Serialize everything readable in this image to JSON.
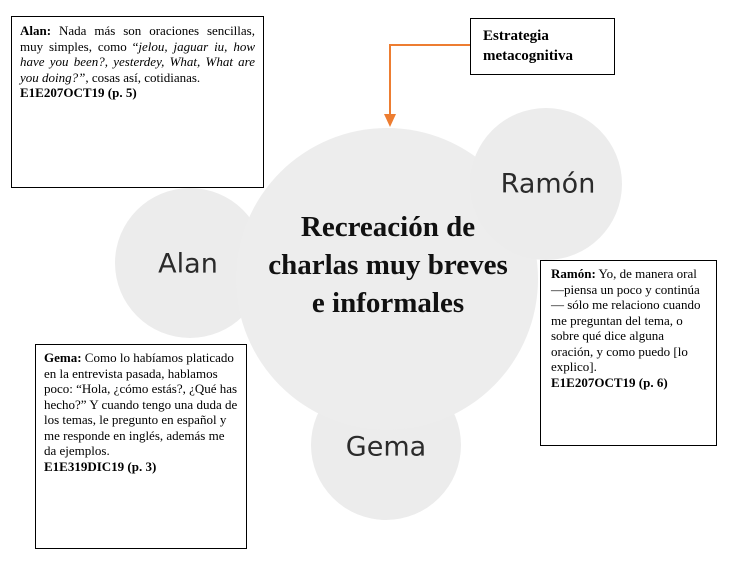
{
  "central": {
    "title": "Recreación de charlas muy breves e informales"
  },
  "circles": {
    "alan": "Alan",
    "ramon": "Ramón",
    "gema": "Gema"
  },
  "strategy": {
    "label": "Estrategia metacognitiva"
  },
  "quotes": {
    "alan": {
      "speaker": "Alan:",
      "text_a": " Nada más son oraciones sencillas, muy simples, como “",
      "text_italic": "jelou, jaguar iu, how have you been?, yesterdey, What, What are you doing?”",
      "text_b": ", cosas así, cotidianas.",
      "ref": "E1E207OCT19 (p. 5)"
    },
    "ramon": {
      "speaker": "Ramón:",
      "text": " Yo, de manera oral —piensa un poco y continúa— sólo me relaciono cuando me preguntan del tema, o sobre qué dice alguna oración, y como puedo [lo explico].",
      "ref": "E1E207OCT19 (p. 6)"
    },
    "gema": {
      "speaker": "Gema:",
      "text": " Como lo habíamos platicado en la entrevista pasada, hablamos poco: “Hola, ¿cómo estás?, ¿Qué has hecho?” Y cuando tengo una duda de los temas, le pregunto en español y me responde en inglés, además me da ejemplos.",
      "ref": "E1E319DIC19 (p. 3)"
    }
  },
  "colors": {
    "arrow": "#ed7d31",
    "circle": "#ececec"
  }
}
